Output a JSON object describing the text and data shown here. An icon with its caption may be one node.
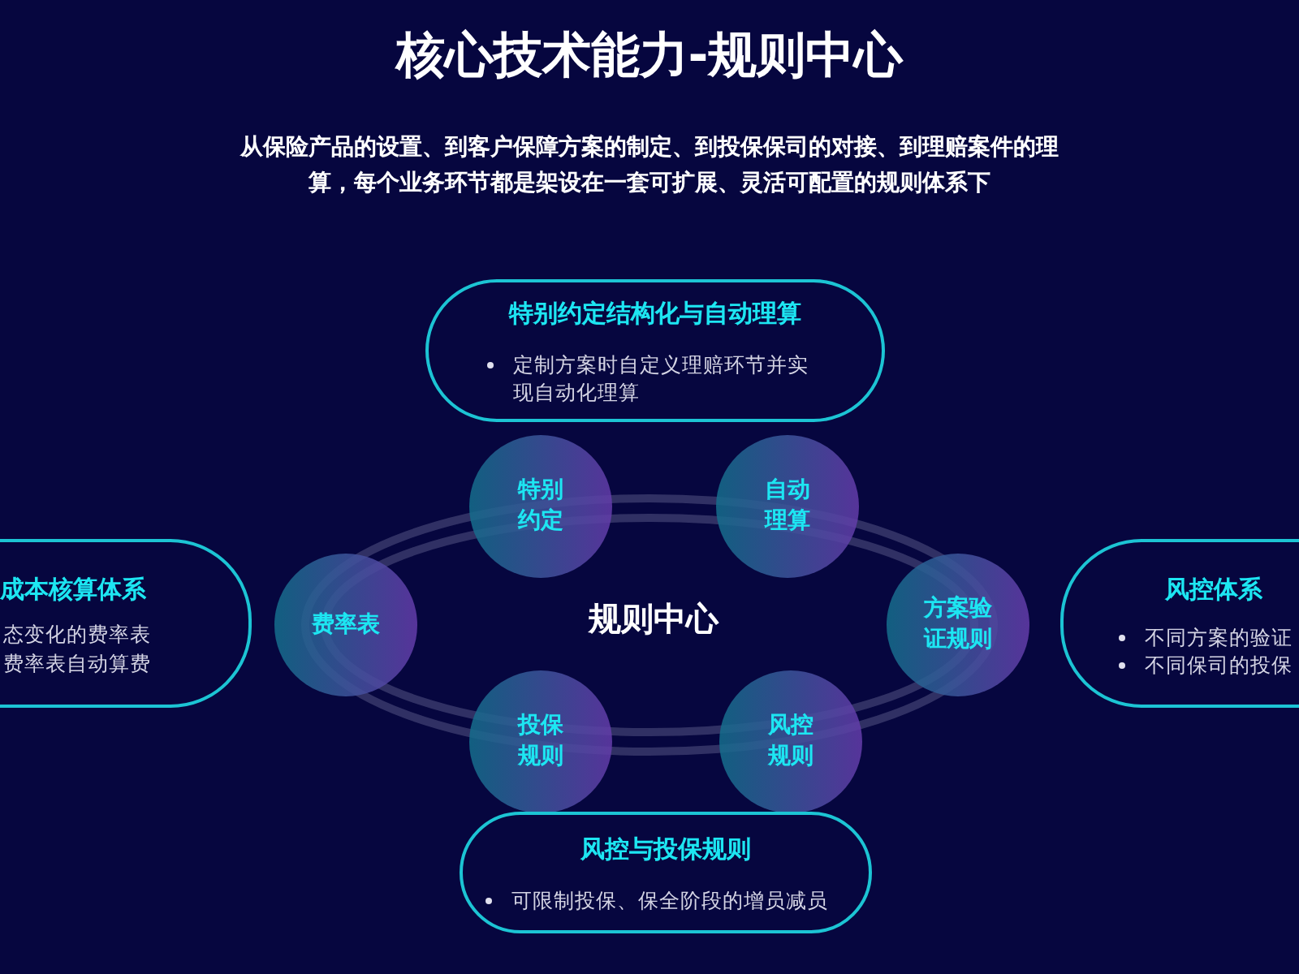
{
  "diagram": {
    "title": "核心技术能力-规则中心",
    "nodes": [
      {
        "text": [
          "特别约定结构化与自动理算",
          "定制方案时自定义理赔环节并实现自动化理算"
        ]
      },
      {
        "text": [
          "成本核算体系",
          "态变化的费率表",
          "费率表自动算费"
        ]
      },
      {
        "text": [
          "风控体系",
          "不同方案的验证",
          "不同保司的投保"
        ]
      },
      {
        "text": [
          "特别约定"
        ]
      },
      {
        "text": [
          "自动理算"
        ]
      },
      {
        "text": [
          "费率表"
        ]
      },
      {
        "text": [
          "方案验证规则"
        ]
      },
      {
        "text": [
          "投保规则"
        ]
      },
      {
        "text": [
          "风控规则"
        ]
      },
      {
        "text": [
          "风控与投保规则",
          "可限制投保、保全阶段的增员减员"
        ]
      }
    ],
    "labels": [
      "从保险产品的设置、到客户保障方案的制定、到投保保司的对接、到理赔案件的理算，每个业务环节都是架设在一套可扩展、灵活可配置的规则体系下",
      "规则中心"
    ]
  }
}
